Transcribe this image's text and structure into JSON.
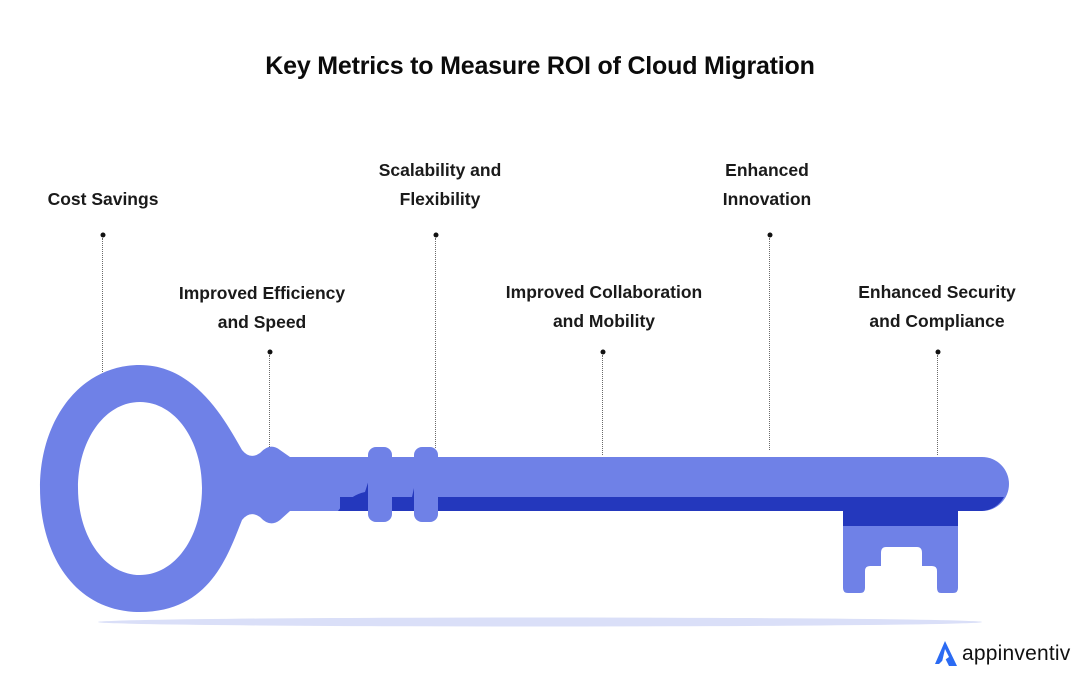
{
  "title": "Key Metrics to Measure ROI of Cloud Migration",
  "metrics": [
    {
      "lines": [
        "Cost Savings"
      ]
    },
    {
      "lines": [
        "Improved Efficiency",
        "and Speed"
      ]
    },
    {
      "lines": [
        "Scalability and",
        "Flexibility"
      ]
    },
    {
      "lines": [
        "Improved Collaboration",
        "and Mobility"
      ]
    },
    {
      "lines": [
        "Enhanced",
        "Innovation"
      ]
    },
    {
      "lines": [
        "Enhanced Security",
        "and Compliance"
      ]
    }
  ],
  "colors": {
    "key_light": "#6f81e7",
    "key_dark": "#2438bd",
    "shadow": "#dadff8",
    "logo_accent": "#2b6bf3"
  },
  "brand": {
    "name": "appinventiv",
    "icon": "appinventiv-logo-icon"
  }
}
